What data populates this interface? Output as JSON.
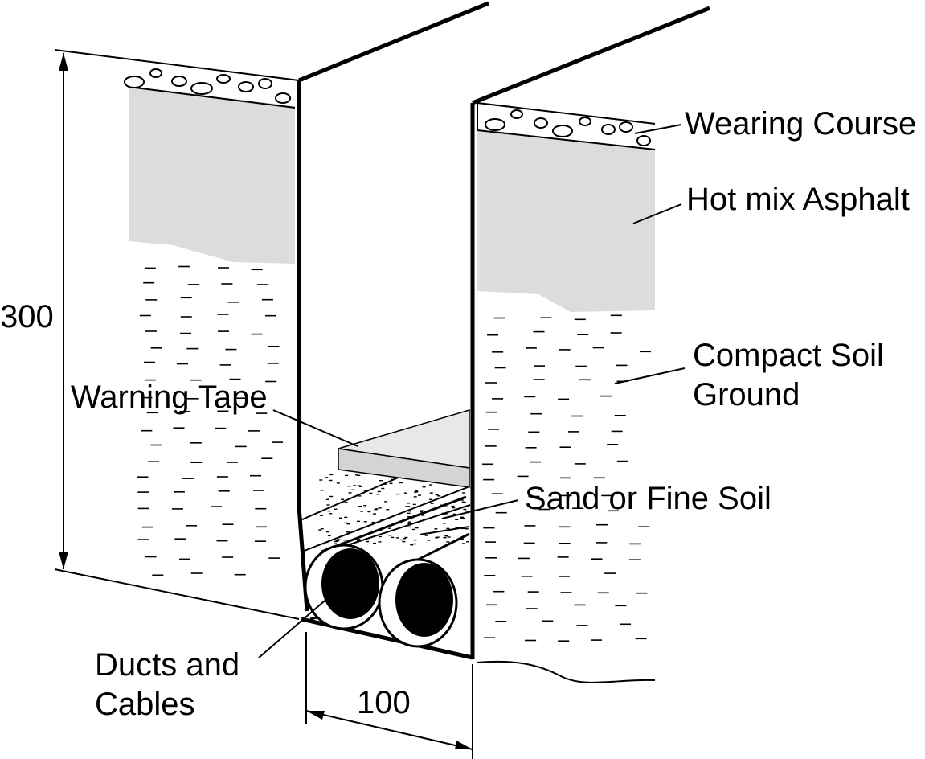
{
  "labels": {
    "wearing_course": "Wearing Course",
    "hot_mix_asphalt": "Hot mix Asphalt",
    "compact_soil_line1": "Compact Soil",
    "compact_soil_line2": "Ground",
    "warning_tape": "Warning Tape",
    "sand_or_fine_soil": "Sand or Fine Soil",
    "ducts_line1": "Ducts and",
    "ducts_line2": "Cables"
  },
  "dimensions": {
    "depth": "300",
    "width": "100"
  },
  "colors": {
    "asphalt": "#dcdcdc",
    "tape": "#e6e6e6",
    "ink": "#000000"
  }
}
